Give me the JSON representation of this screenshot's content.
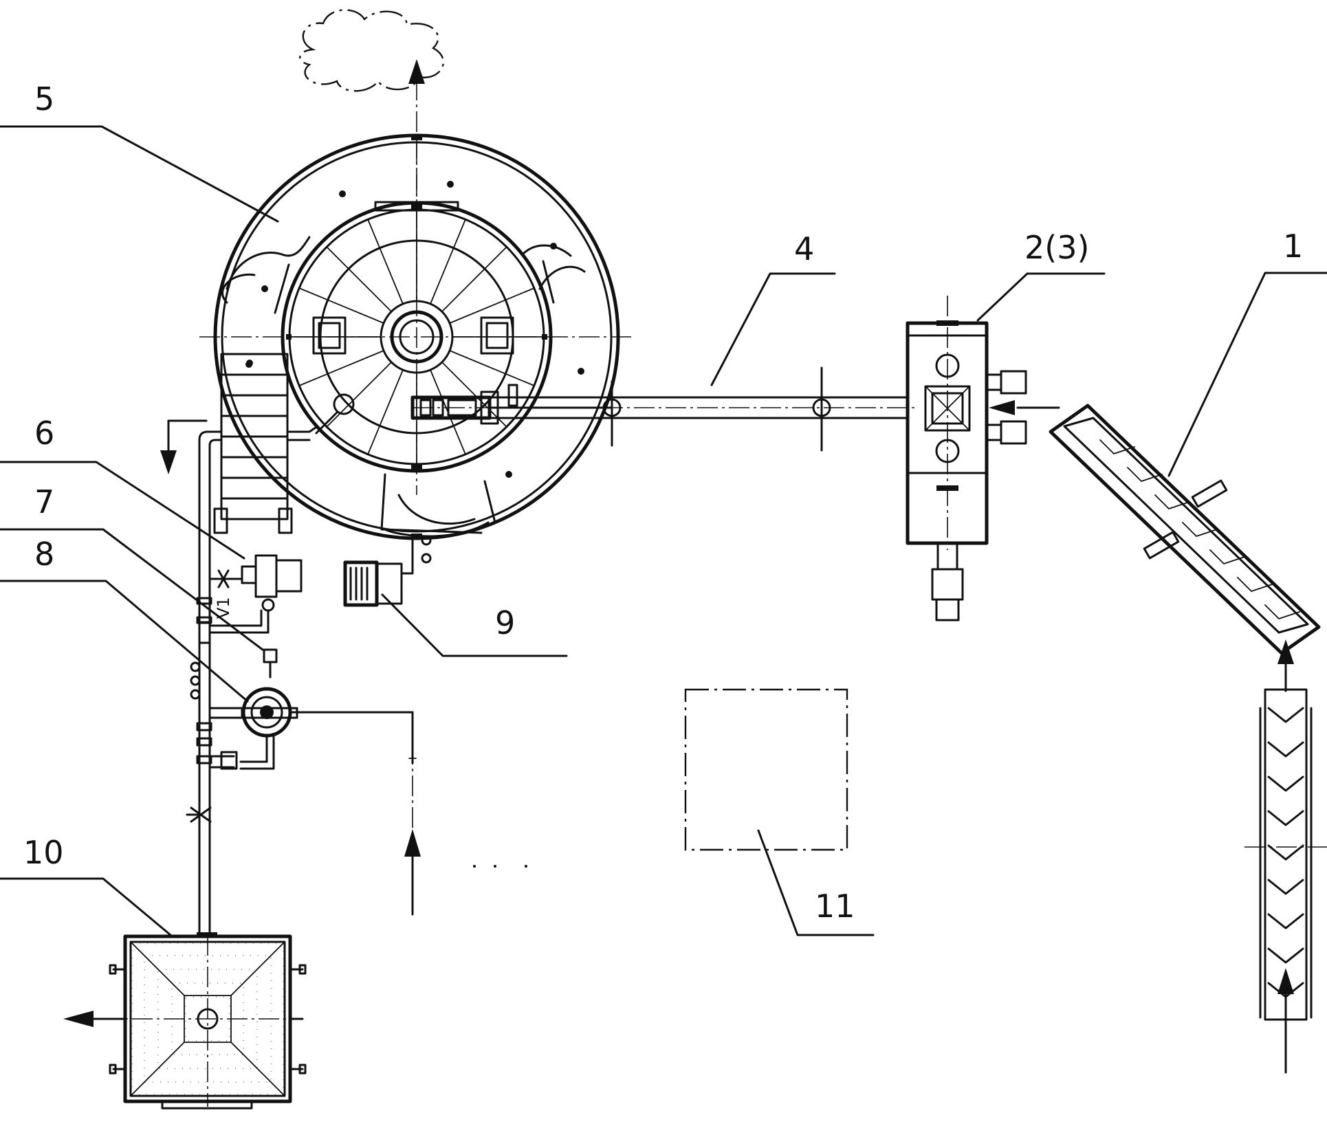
{
  "labels": {
    "l1": "1",
    "l2": "2(3)",
    "l4": "4",
    "l5": "5",
    "l6": "6",
    "l7": "7",
    "l8": "8",
    "l9": "9",
    "l10": "10",
    "l11": "11",
    "valve_tag": "V1"
  },
  "colors": {
    "ink": "#111111",
    "background": "#ffffff"
  }
}
